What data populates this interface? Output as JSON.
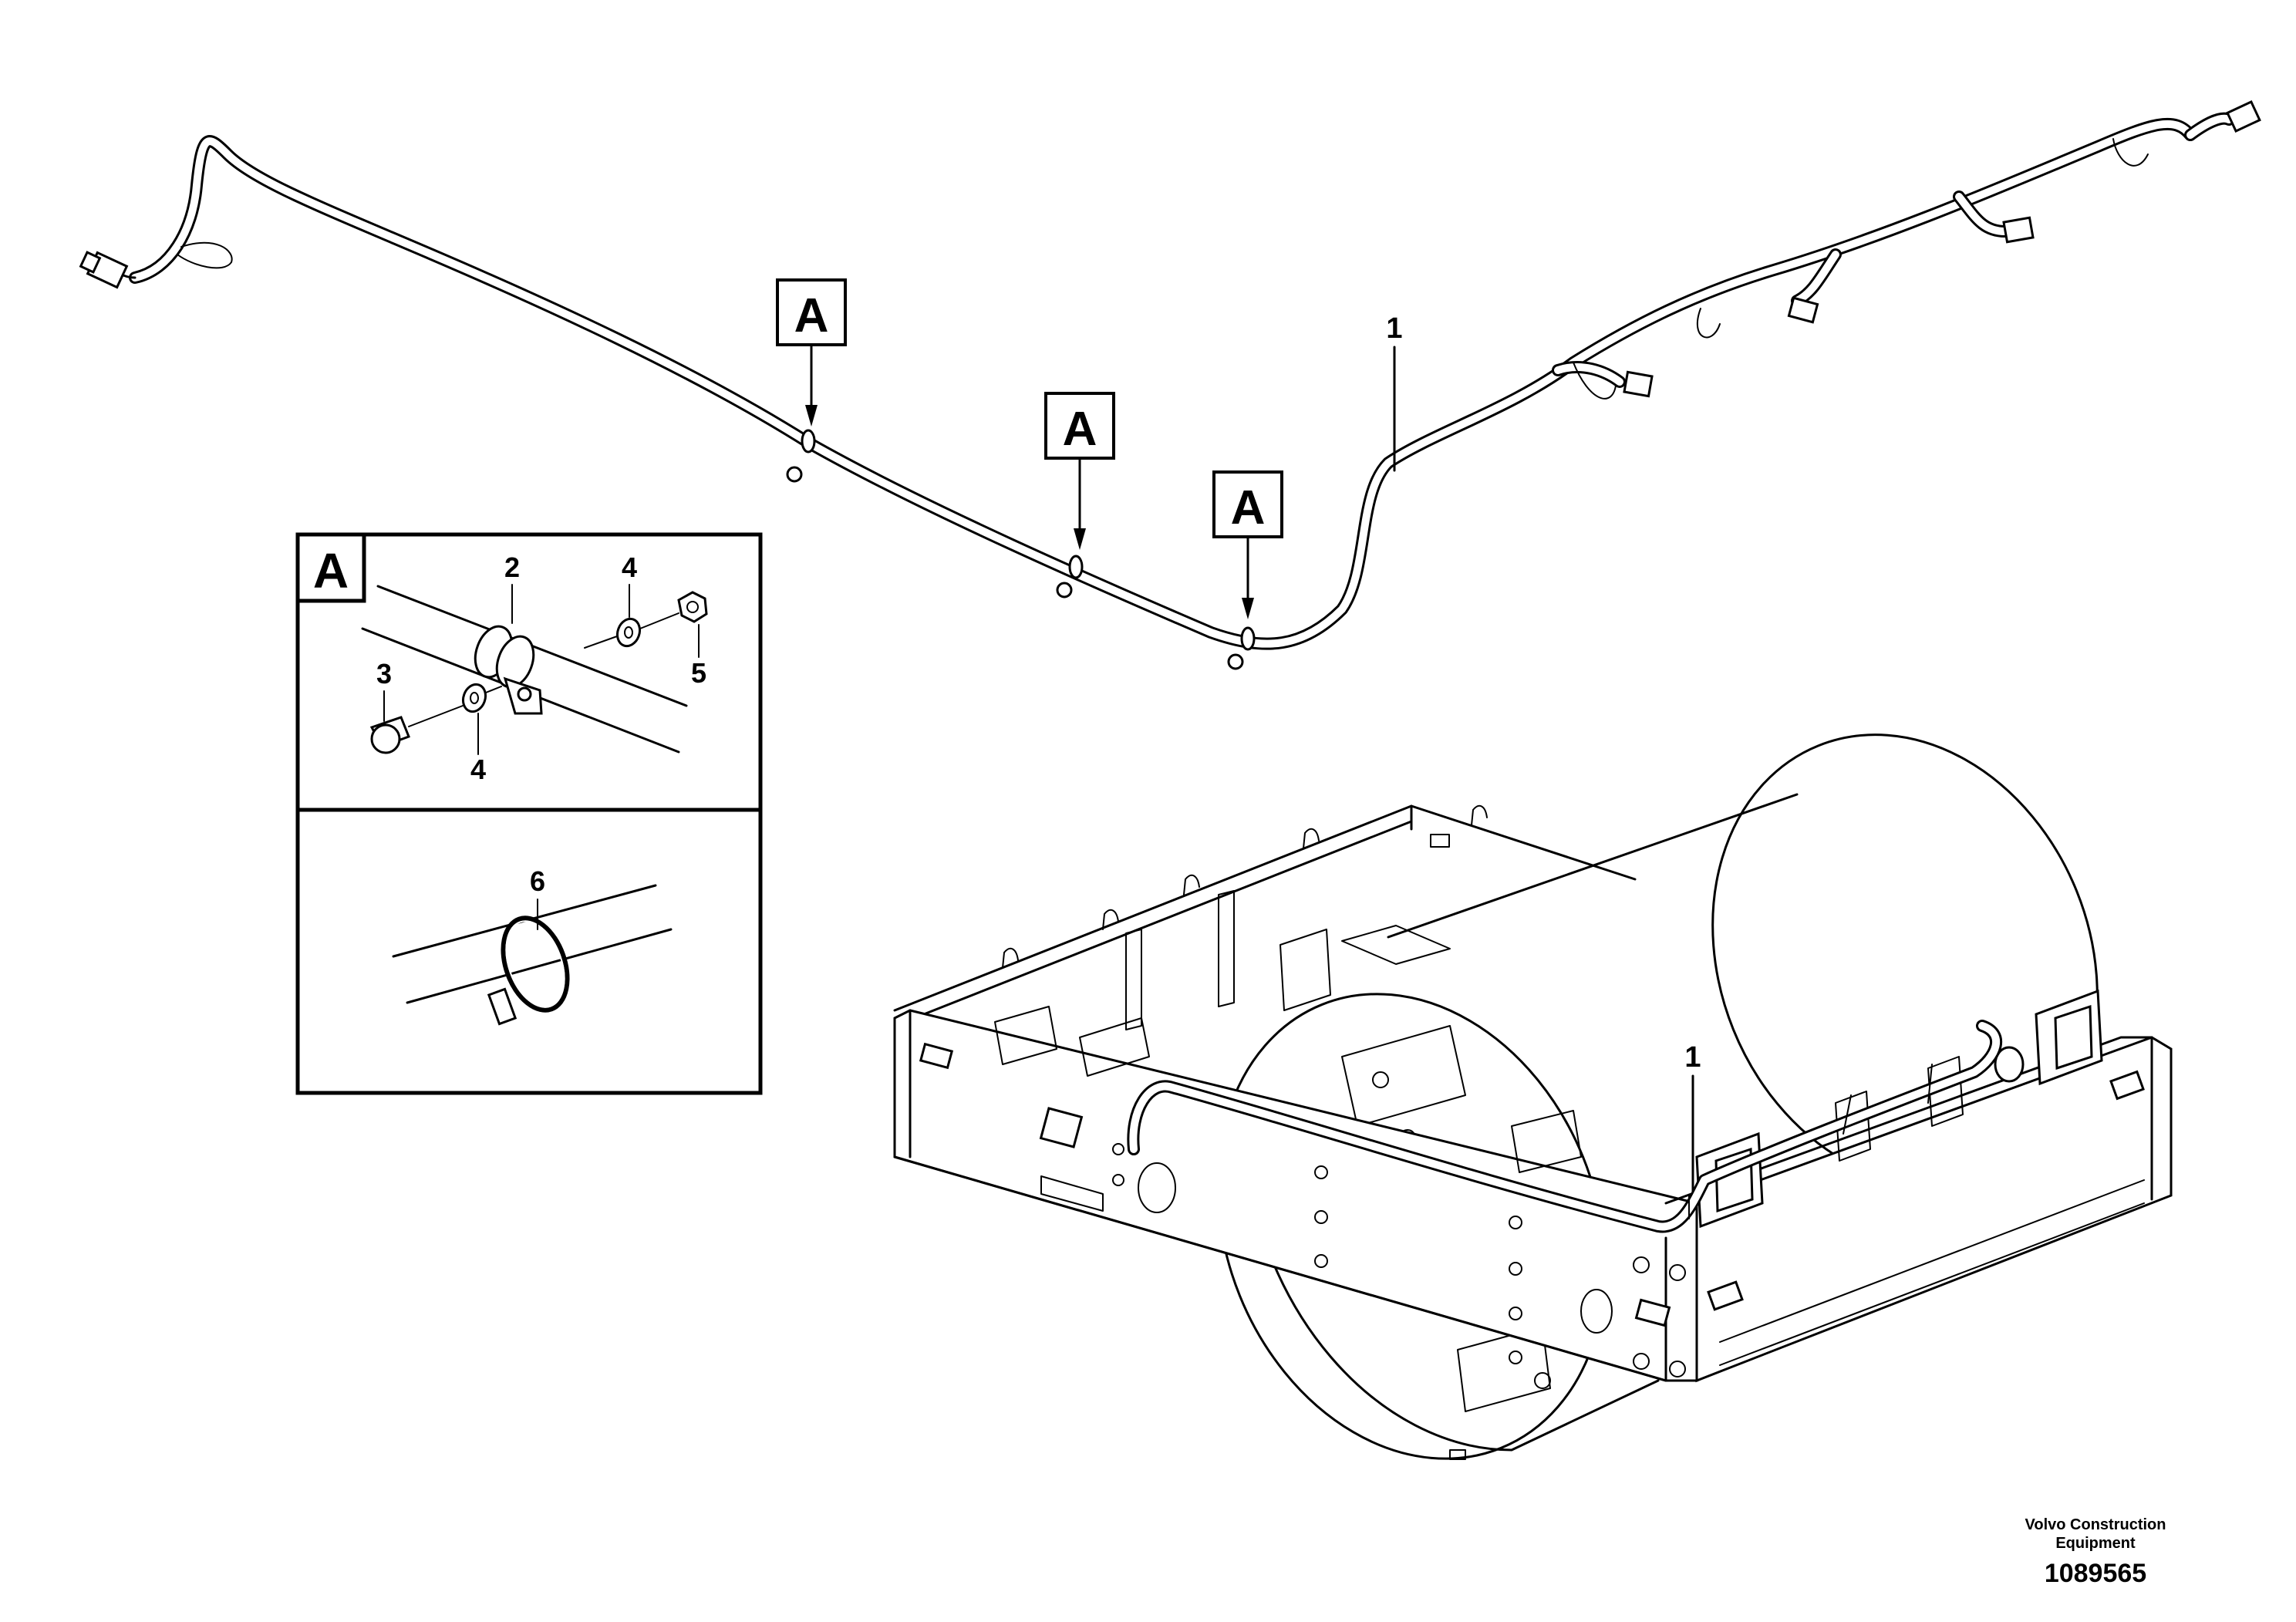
{
  "detail_label": "A",
  "callouts": {
    "harness": "1",
    "clamp": "2",
    "screw": "3",
    "washer": "4",
    "nut": "5",
    "cable_tie": "6"
  },
  "footer": {
    "maker_line1": "Volvo Construction",
    "maker_line2": "Equipment",
    "drawing_number": "1089565"
  }
}
